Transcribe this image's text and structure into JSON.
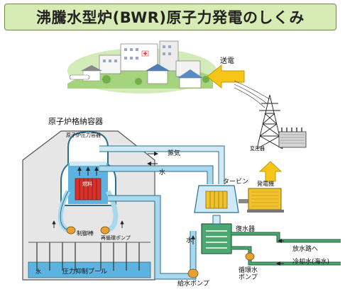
{
  "title": "沸騰水型炉(BWR)原子力発電のしくみ",
  "labels": {
    "power_transmission": "送電",
    "containment": "原子炉格納容器",
    "pressure_vessel": "原子炉圧力容器",
    "fuel": "燃料",
    "control_rod": "制御棒",
    "recirculation_pump": "再循環ポンプ",
    "water_pool": "水",
    "suppression_pool": "圧力抑制プール",
    "steam": "蒸気",
    "water_return": "水",
    "turbine": "タービン",
    "generator": "発電機",
    "transformer": "変圧器",
    "condenser": "復水器",
    "water_side": "水",
    "feedwater_pump": "給水ポンプ",
    "circulating_pump": "循環水\nポンプ",
    "discharge_channel": "放水路へ",
    "cooling_water": "冷却水(海水)"
  },
  "colors": {
    "title_bg": "#d6ecb4",
    "containment": "#e6e6e6",
    "pipe": "#a8d8ee",
    "pipe_border": "#2c6e8c",
    "water": "#5cb3e0",
    "steam": "#cfe9f7",
    "condenser": "#4aa872",
    "generator": "#f0c22c",
    "arrow": "#f5c518",
    "fuel": "#d8302a"
  },
  "icons": [
    "power-arrow-icon",
    "transmission-tower-icon",
    "city-icon",
    "transformer-icon"
  ]
}
